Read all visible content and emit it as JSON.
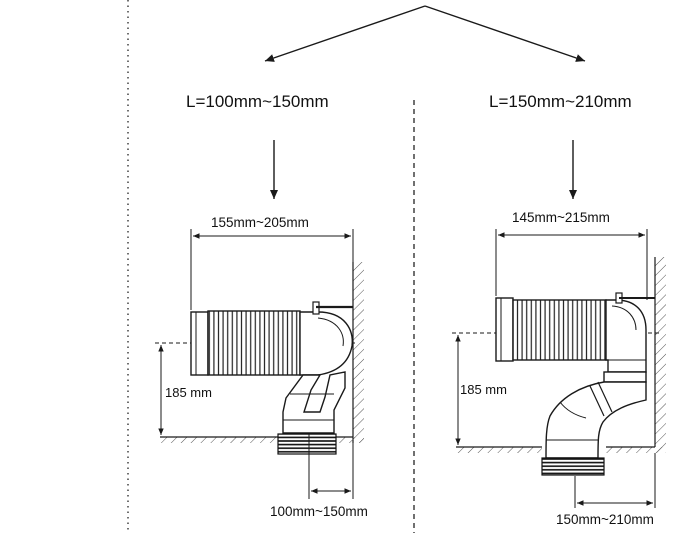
{
  "left": {
    "length_range": "L=100mm~150mm",
    "width_range": "155mm~205mm",
    "height": "185 mm",
    "offset_range": "100mm~150mm"
  },
  "right": {
    "length_range": "L=150mm~210mm",
    "width_range": "145mm~215mm",
    "height": "185 mm",
    "offset_range": "150mm~210mm"
  },
  "colors": {
    "line": "#1a1a1a",
    "fill": "#ffffff"
  }
}
